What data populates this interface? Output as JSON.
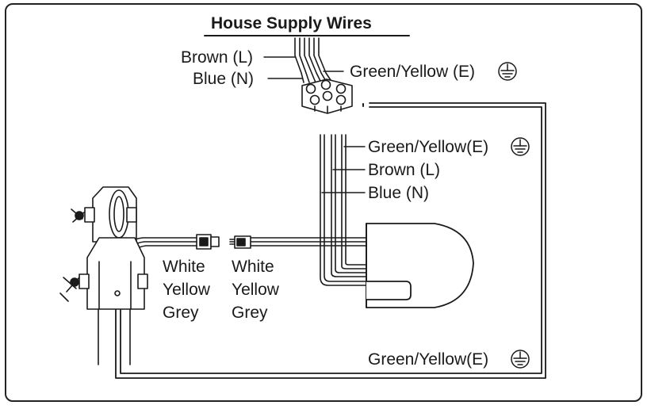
{
  "title": "House Supply Wires",
  "supply_labels": {
    "brown": "Brown (L)",
    "blue": "Blue (N)",
    "earth": "Green/Yellow (E)"
  },
  "motor_labels": {
    "earth": "Green/Yellow(E)",
    "brown": "Brown (L)",
    "blue": "Blue (N)"
  },
  "plug_left": [
    "White",
    "Yellow",
    "Grey"
  ],
  "plug_right": [
    "White",
    "Yellow",
    "Grey"
  ],
  "bottom_earth": "Green/Yellow(E)",
  "icons": [
    "earth-ground-icon",
    "terminal-block-icon",
    "connector-plug-icon",
    "motor-housing-icon",
    "clamp-bracket-icon"
  ]
}
